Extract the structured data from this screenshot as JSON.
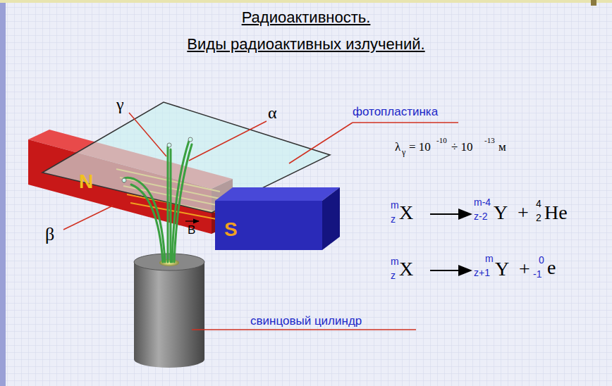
{
  "diagram": {
    "title": "Радиоактивность.",
    "nodes": [
      {
        "text": [
          "N"
        ]
      },
      {
        "text": [
          "S"
        ]
      }
    ],
    "labels": [
      "Виды радиоактивных излучений.",
      "γ",
      "α",
      "фотопластинка",
      "β",
      "B",
      "свинцовый цилиндр",
      "λ",
      "γ",
      "= 10",
      "-10",
      "÷ 10",
      "-13",
      "м",
      "m",
      "z",
      "X",
      "m-4",
      "z-2",
      "Y",
      "+",
      "4",
      "2",
      "He",
      "m",
      "z",
      "X",
      "m",
      "z+1",
      "Y",
      "+",
      "0",
      "-1",
      "e"
    ]
  }
}
